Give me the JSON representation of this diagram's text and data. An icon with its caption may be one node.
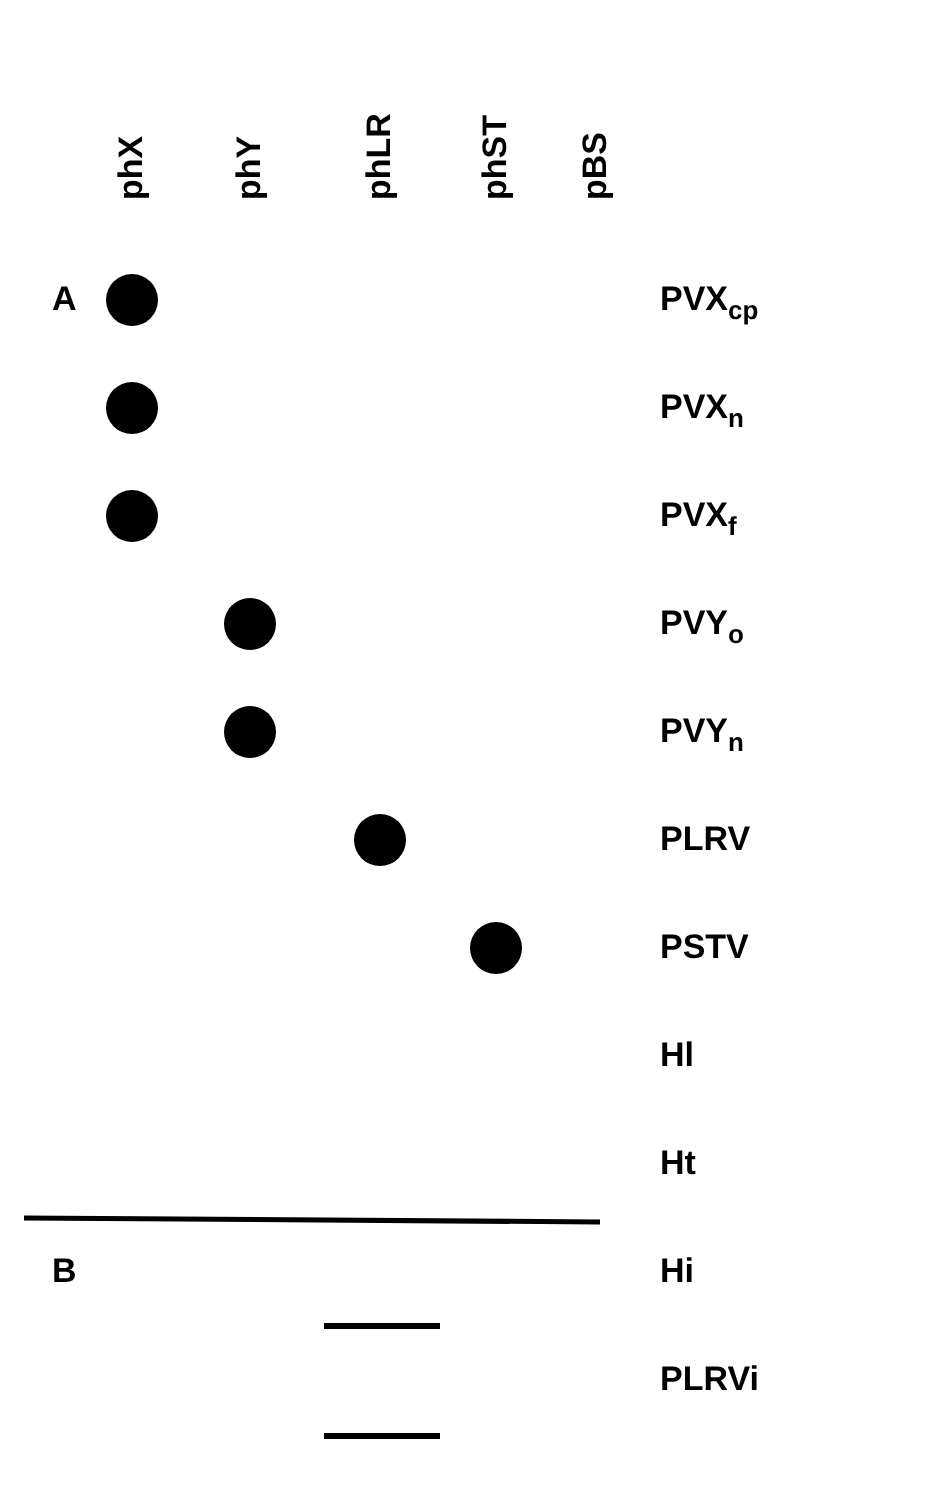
{
  "diagram": {
    "labels": [
      "phX",
      "phY",
      "phLR",
      "phST",
      "pBS",
      "A",
      "PVX$_{cp}$",
      "PVX$_{n}$",
      "PVX$_{f}$",
      "PVY$_{o}$",
      "PVY$_{n}$",
      "PLRV",
      "PSTV",
      "Hl",
      "Ht",
      "B",
      "Hi",
      "PLRVi"
    ]
  }
}
